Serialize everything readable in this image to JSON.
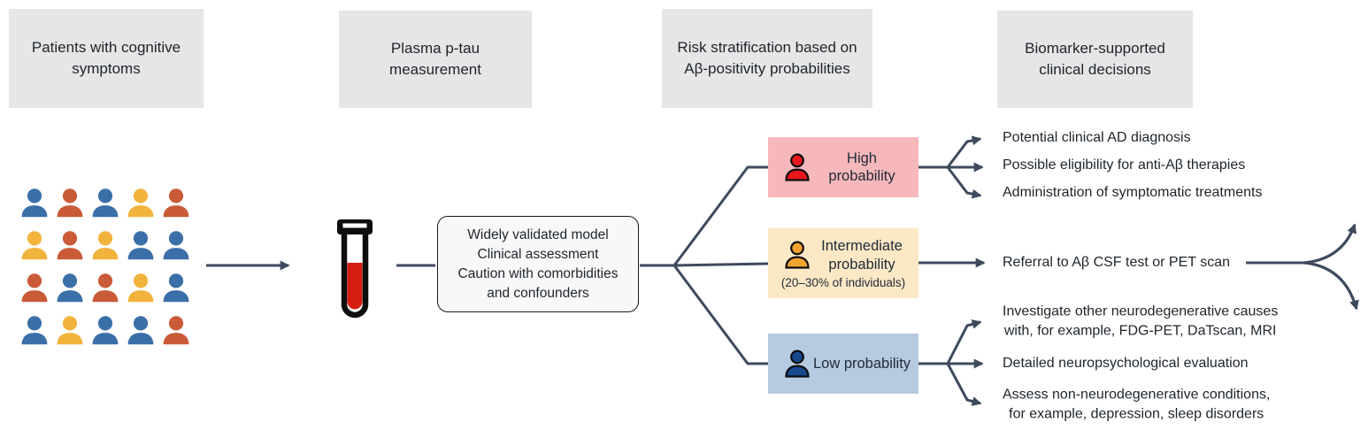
{
  "colors": {
    "line": "#3e4a5c",
    "header_bg": "#e6e6e6",
    "text": "#1e242c",
    "risk_text": "#212b3a",
    "person_blue": "#3a6fa8",
    "person_orange": "#c95b38",
    "person_yellow": "#f2b33d",
    "high_bg": "#f6b8ba",
    "high_person": "#e8161c",
    "intermediate_bg": "#fce8c4",
    "intermediate_person": "#f2a431",
    "low_bg": "#b6cbe2",
    "low_person": "#17498f",
    "tube_liquid": "#d41e10",
    "model_box_bg": "#f8f8f8",
    "model_box_border": "#1a1a1a"
  },
  "headers": [
    {
      "label": "Patients with cognitive symptoms"
    },
    {
      "label": "Plasma p-tau measurement"
    },
    {
      "label": "Risk stratification based on Aβ-positivity probabilities"
    },
    {
      "label": "Biomarker-supported clinical decisions"
    }
  ],
  "people": {
    "rows": [
      [
        "blue",
        "orange",
        "blue",
        "yellow",
        "orange"
      ],
      [
        "yellow",
        "orange",
        "yellow",
        "blue",
        "blue"
      ],
      [
        "orange",
        "blue",
        "orange",
        "yellow",
        "blue"
      ],
      [
        "blue",
        "yellow",
        "blue",
        "blue",
        "orange"
      ]
    ]
  },
  "model_box": {
    "lines": [
      "Widely validated model",
      "Clinical assessment",
      "Caution with comorbidities and confounders"
    ]
  },
  "risk_boxes": {
    "high": {
      "label": "High probability"
    },
    "intermediate": {
      "label": "Intermediate probability",
      "sub": "(20–30% of individuals)"
    },
    "low": {
      "label": "Low probability"
    }
  },
  "outcomes": {
    "high": [
      [
        "Potential clinical AD diagnosis"
      ],
      [
        "Possible eligibility for anti-Aβ therapies"
      ],
      [
        "Administration of symptomatic treatments"
      ]
    ],
    "intermediate": [
      [
        "Referral to Aβ CSF test or PET scan"
      ]
    ],
    "low": [
      [
        "Investigate other neurodegenerative causes",
        "with, for example, FDG-PET, DaTscan, MRI"
      ],
      [
        "Detailed neuropsychological evaluation"
      ],
      [
        "Assess non-neurodegenerative conditions,",
        "for example, depression, sleep disorders"
      ]
    ]
  }
}
